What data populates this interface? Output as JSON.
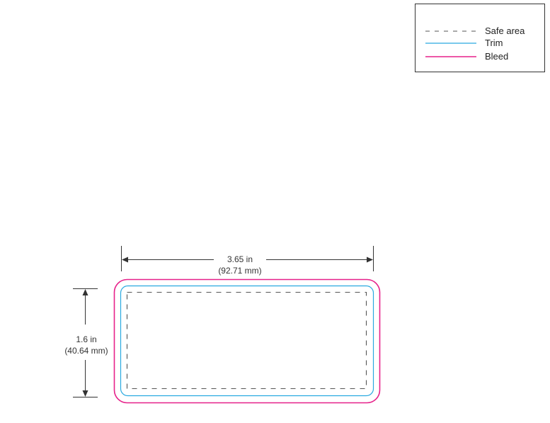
{
  "legend": {
    "items": [
      {
        "label": "Safe area",
        "style": "dashed",
        "color": "#555555"
      },
      {
        "label": "Trim",
        "style": "solid",
        "color": "#29a9e0"
      },
      {
        "label": "Bleed",
        "style": "solid",
        "color": "#e6218a"
      }
    ]
  },
  "dimensions": {
    "width": {
      "primary": "3.65 in",
      "secondary": "(92.71 mm)"
    },
    "height": {
      "primary": "1.6 in",
      "secondary": "(40.64 mm)"
    }
  },
  "colors": {
    "bleed": "#e6218a",
    "trim": "#29a9e0",
    "safe": "#555555",
    "dimension": "#333333"
  }
}
